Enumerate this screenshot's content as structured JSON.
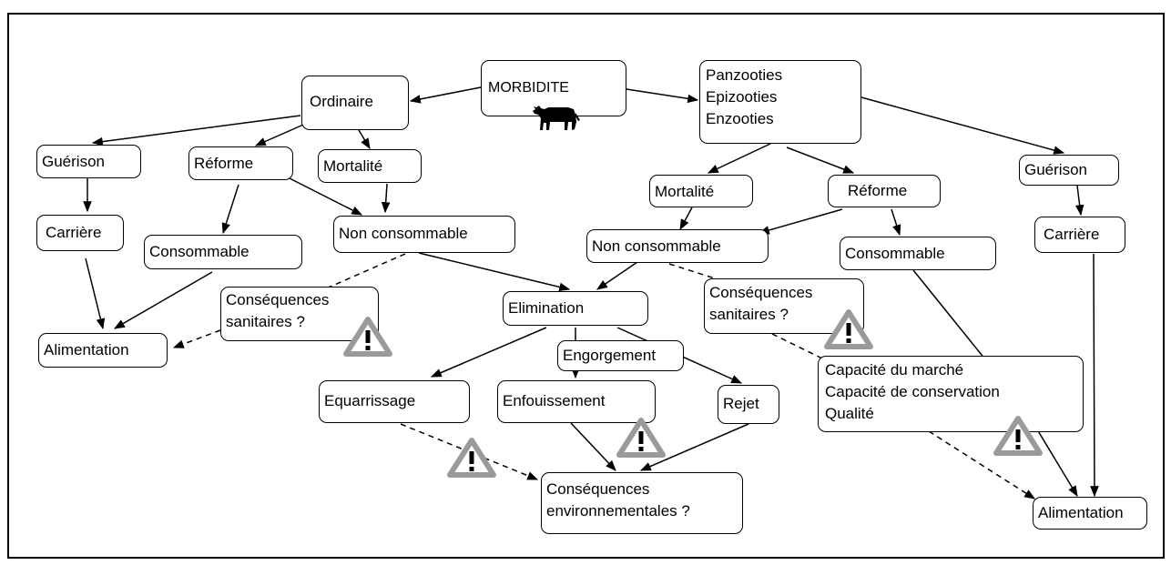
{
  "diagram": {
    "root": "MORBIDITE",
    "ordinaire": "Ordinaire",
    "panzooties_lines": [
      "Panzooties",
      "Epizooties",
      "Enzooties"
    ],
    "left": {
      "guerison": "Guérison",
      "carriere": "Carrière",
      "reforme": "Réforme",
      "mortalite": "Mortalité",
      "consommable": "Consommable",
      "non_consommable": "Non consommable",
      "consequences_sanitaires": [
        "Conséquences",
        "sanitaires ?"
      ],
      "alimentation": "Alimentation"
    },
    "center": {
      "elimination": "Elimination",
      "engorgement": "Engorgement",
      "equarrissage": "Equarrissage",
      "enfouissement": "Enfouissement",
      "rejet": "Rejet",
      "consequences_environnementales": [
        "Conséquences",
        "environnementales ?"
      ]
    },
    "right": {
      "mortalite": "Mortalité",
      "reforme": "Réforme",
      "non_consommable": "Non consommable",
      "consequences_sanitaires": [
        "Conséquences",
        "sanitaires ?"
      ],
      "consommable": "Consommable",
      "guerison": "Guérison",
      "carriere": "Carrière",
      "capacite_lines": [
        "Capacité du marché",
        "Capacité de conservation",
        "Qualité"
      ],
      "alimentation": "Alimentation"
    },
    "colors": {
      "line": "#000000",
      "warning_triangle": "#9a9a9a",
      "warning_mark": "#000000"
    },
    "icons": [
      "cow-icon",
      "warning-icon"
    ]
  }
}
